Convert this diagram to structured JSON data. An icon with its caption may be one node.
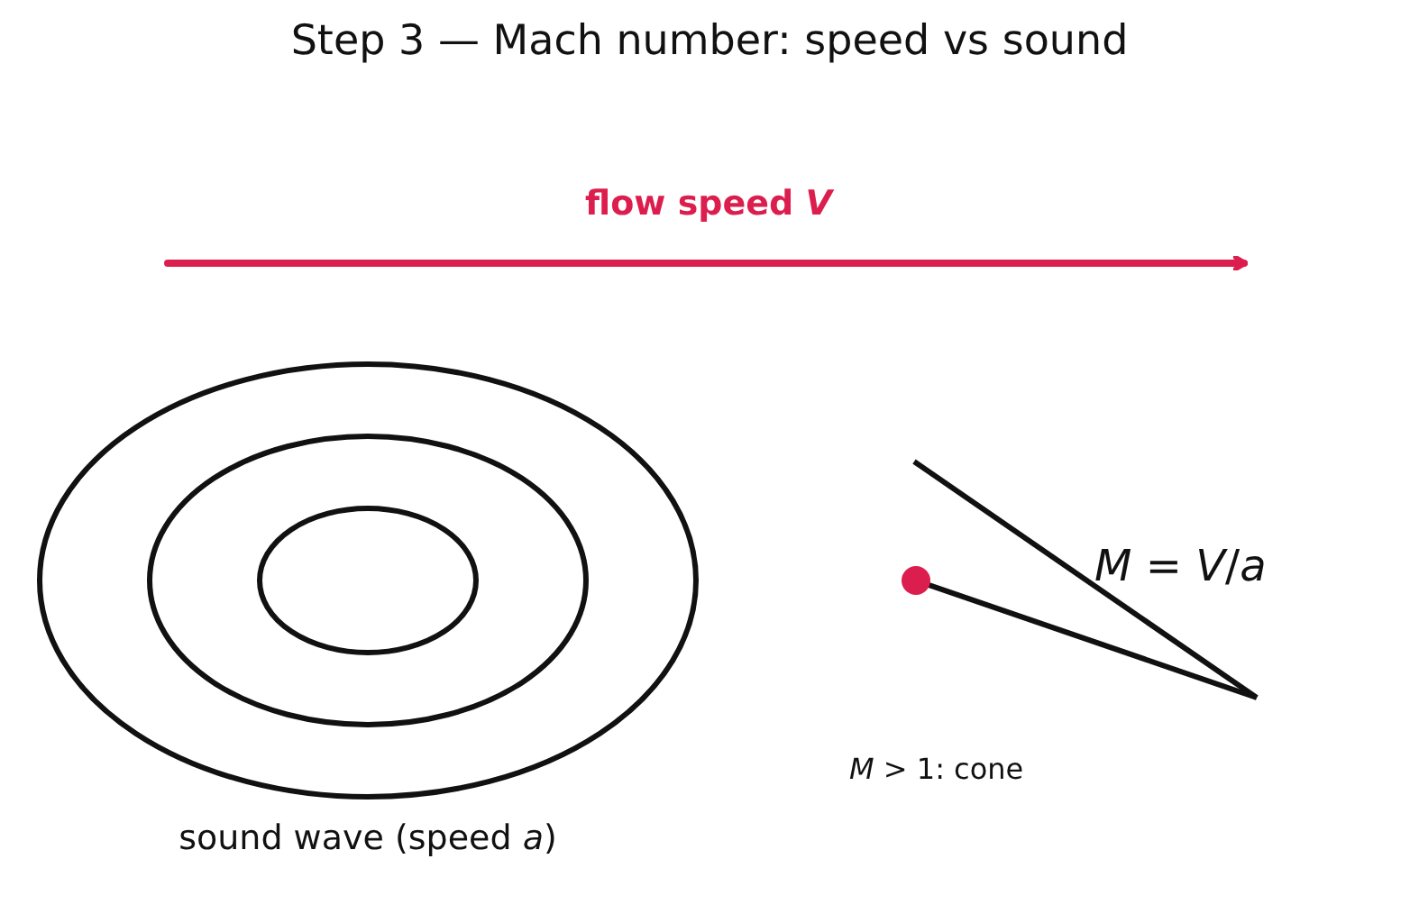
{
  "diagram": {
    "title": "Step 3 — Mach number: speed vs sound",
    "labels": [
      "flow speed *V*",
      "sound wave (speed *a*)",
      "*M* = *V*/*a*",
      "*M* > 1: cone"
    ]
  }
}
